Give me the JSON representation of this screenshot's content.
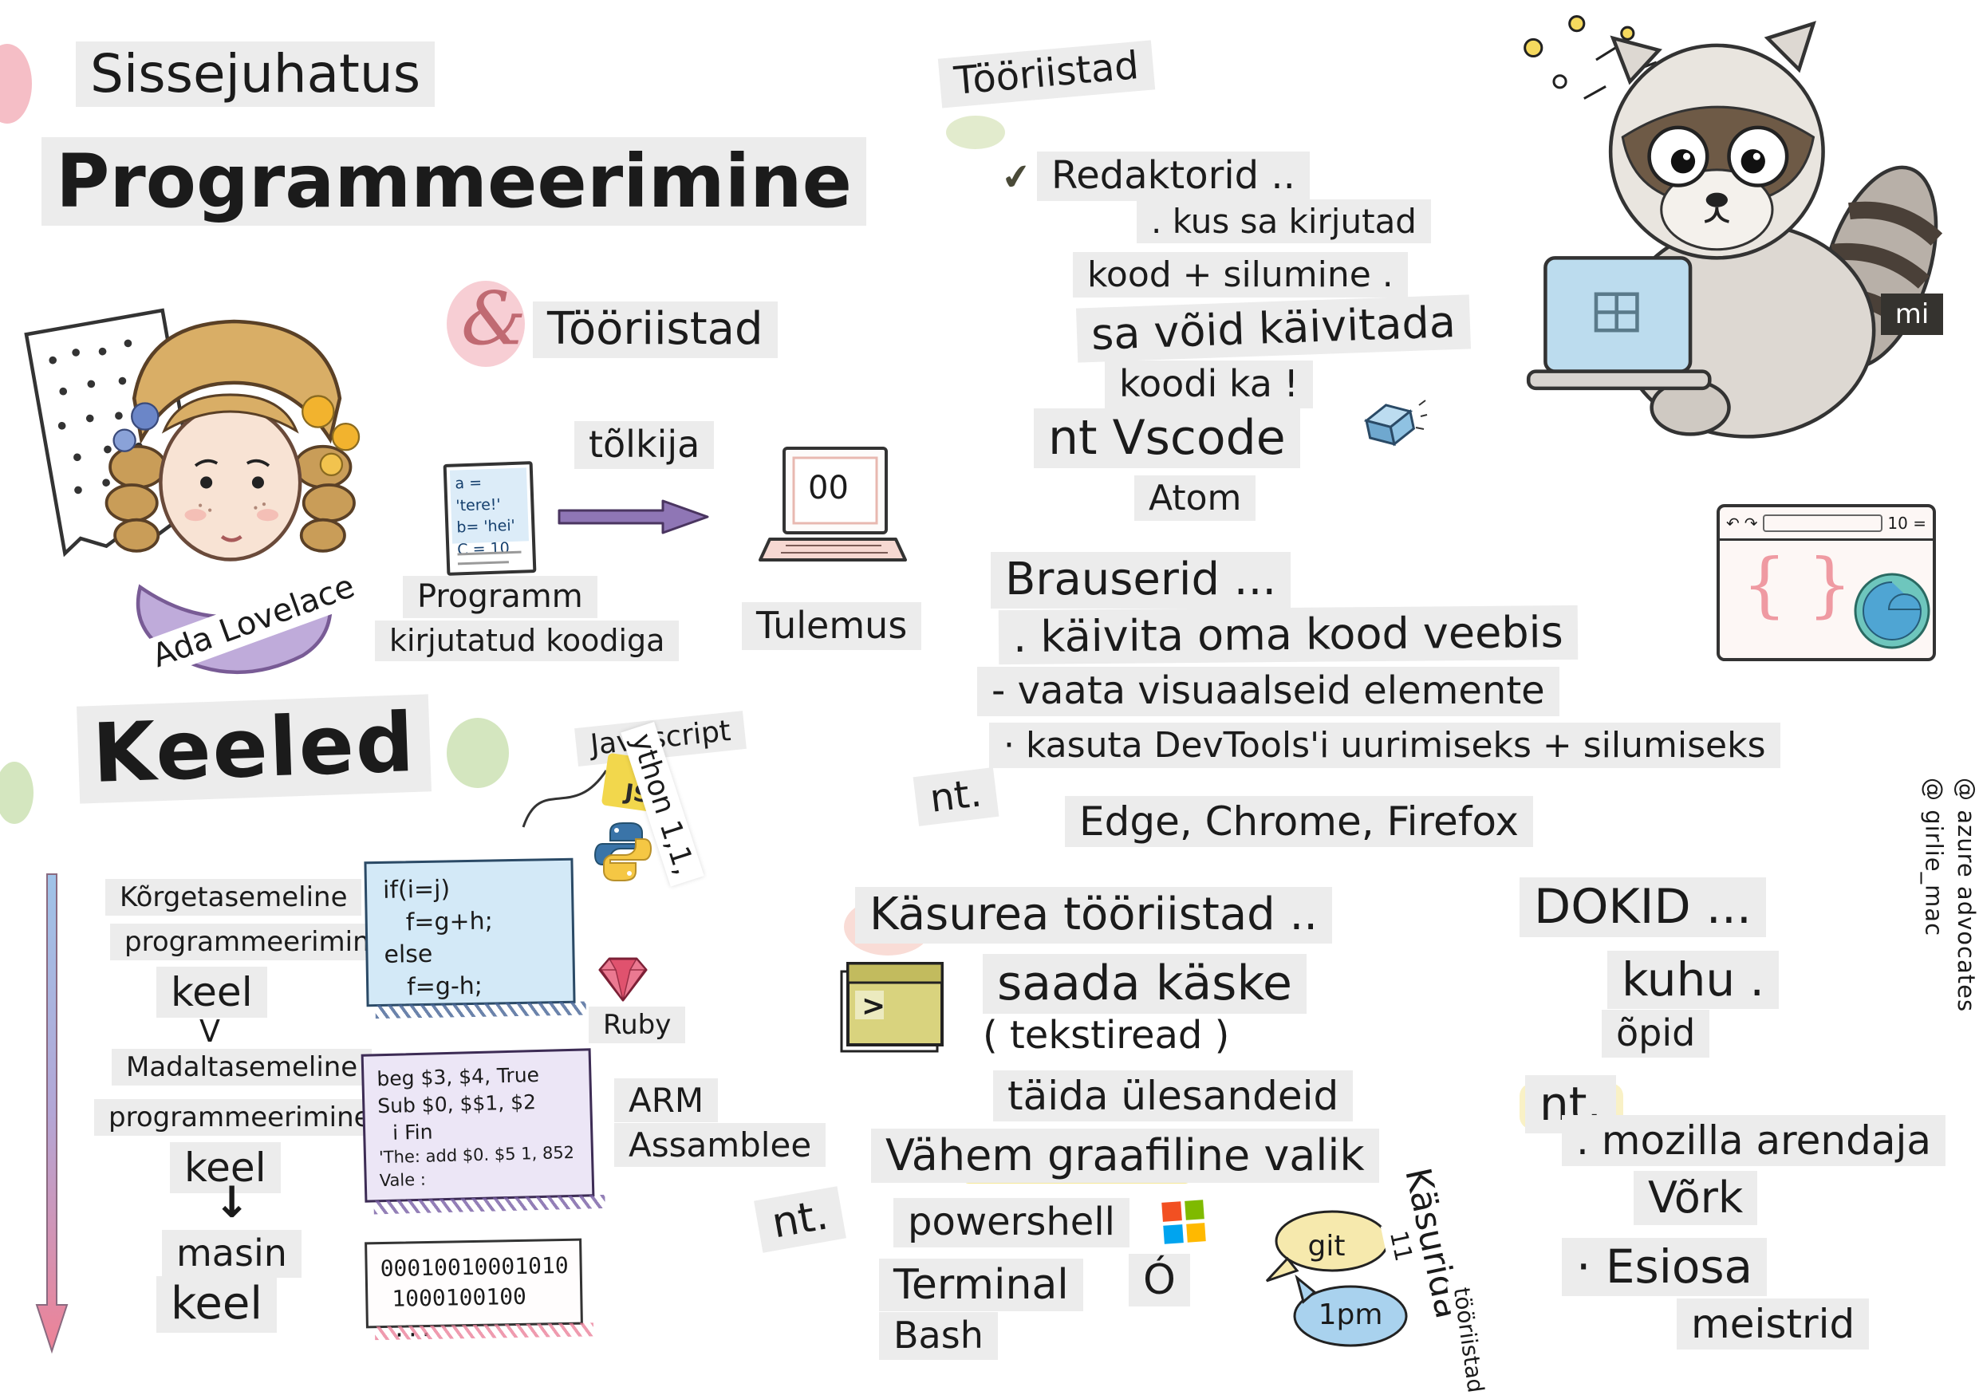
{
  "header": {
    "line1": "Sissejuhatus",
    "line2": "Programmeerimine"
  },
  "ada": {
    "caption": "Ada Lovelace"
  },
  "pipeline": {
    "amp": "&",
    "tools_label": "Tööriistad",
    "translator": "tõlkija",
    "doc_line1": "a = 'tere!'",
    "doc_line2": "b= 'hei'",
    "doc_line3": "C = 10",
    "program_line1": "Programm",
    "program_line2": "kirjutatud koodiga",
    "laptop_screen": "00",
    "result": "Tulemus"
  },
  "languages": {
    "heading": "Keeled",
    "high_line1": "Kõrgetasemeline",
    "high_line2": "programmeerimine",
    "high_line3": "keel",
    "versus": "V",
    "low_line1": "Madaltasemeline",
    "low_line2": "programmeerimine",
    "low_line3": "keel",
    "machine_line1": "masin",
    "machine_line2": "keel",
    "js_label": "Javascript",
    "js_icon_text": "JS",
    "python_strip": "ython 1,1,",
    "code_line1": "if(i=j)",
    "code_line2": "f=g+h;",
    "code_line3": "else",
    "code_line4": "f=g-h;",
    "ruby_label": "Ruby",
    "asm_line1": "beg $3, $4, True",
    "asm_line2": "Sub $0, $$1, $2",
    "asm_line3": "i Fin",
    "asm_line4": "'The: add $0. $5 1, 852",
    "asm_line5": "Vale :",
    "asm_label1": "ARM",
    "asm_label2": "Assamblee",
    "binary_line1": "00010010001010",
    "binary_line2": "1000100100 ..."
  },
  "editors": {
    "heading": "Tööriistad",
    "item1": "Redaktorid ..",
    "item2": ". kus sa kirjutad",
    "item3": "kood + silumine .",
    "item4": "sa võid käivitada",
    "item5": "koodi ka !",
    "example1": "nt Vscode",
    "example2": "Atom"
  },
  "raccoon": {
    "badge": "mi"
  },
  "browsers": {
    "heading": "Brauserid ...",
    "line1": ". käivita oma kood veebis",
    "line2": "- vaata visuaalseid elemente",
    "line3": "· kasuta DevTools'i uurimiseks + silumiseks",
    "nt": "nt.",
    "examples": "Edge, Chrome, Firefox",
    "chrome_note": "10 =",
    "brace_left": "{",
    "brace_right": "}"
  },
  "cli": {
    "heading": "Käsurea tööriistad ..",
    "prompt": ">",
    "line1": "saada käske",
    "line2": "( tekstiread )",
    "line3": "täida ülesandeid",
    "line4": "Vähem graafiline valik",
    "nt": "nt.",
    "example1": "powershell",
    "example2": "Terminal",
    "example2_mark": "Ó",
    "example3": "Bash",
    "bubble1": "git",
    "bubble2": "1pm",
    "side_label1": "Käsurida",
    "side_label2": "11",
    "side_label3": "tööriistad"
  },
  "docs": {
    "heading": "DOKID ...",
    "line1": "kuhu .",
    "line2": "õpid",
    "nt": "nt.",
    "example1": ". mozilla arendaja",
    "example2": "Võrk",
    "example3": "· Esiosa",
    "example4": "meistrid"
  },
  "credits": {
    "line1": "@ azure advocates",
    "line2": "@ girlie_mac"
  },
  "icons": {
    "check": "✔",
    "down_arrow": "↓",
    "undo": "↶",
    "redo": "↷"
  },
  "colors": {
    "highlight": "#ececec",
    "arrow_purple": "#8f76b5",
    "code_blue": "#d3e9f7",
    "asm_purple": "#ece6f6",
    "accent_pink": "#f3b3bc",
    "accent_green": "#cfe3b8",
    "accent_yellow": "#f5e27a"
  }
}
